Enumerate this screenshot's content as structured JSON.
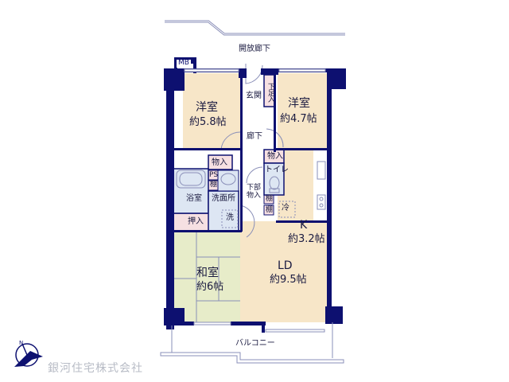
{
  "floorplan": {
    "corridor_label": "開放廊下",
    "balcony_label": "バルコニー",
    "meter_box_label": "MB",
    "rooms": [
      {
        "id": "western-room-1",
        "name": "洋室",
        "size": "約5.8帖"
      },
      {
        "id": "western-room-2",
        "name": "洋室",
        "size": "約4.7帖"
      },
      {
        "id": "japanese-room",
        "name": "和室",
        "size": "約6帖"
      },
      {
        "id": "living-dining",
        "name": "LD",
        "size": "約9.5帖"
      },
      {
        "id": "kitchen",
        "name": "K",
        "size": "約3.2帖"
      }
    ],
    "labels": {
      "entrance": "玄関",
      "shoe_storage": "下足入",
      "hallway": "廊下",
      "storage_top": "物入",
      "storage_toilet": "物入",
      "ps": "PS",
      "shelf_ps": "棚",
      "bathroom": "浴室",
      "washroom": "洗面所",
      "washer": "洗",
      "closet": "押入",
      "toilet": "トイレ",
      "lower_storage_1": "下部",
      "lower_storage_2": "物入",
      "shelf_1": "棚",
      "shelf_2": "棚",
      "fridge": "冷"
    },
    "colors": {
      "wall": "#0d1070",
      "western_floor": "#f7e6c8",
      "japanese_floor": "#e7ecc9",
      "storage_pink": "#f6e0e2",
      "wet_area": "#dde6f3",
      "line": "#8a8fb8"
    }
  },
  "footer": {
    "company_name": "銀河住宅株式会社",
    "logo": "compass-bird-logo"
  }
}
